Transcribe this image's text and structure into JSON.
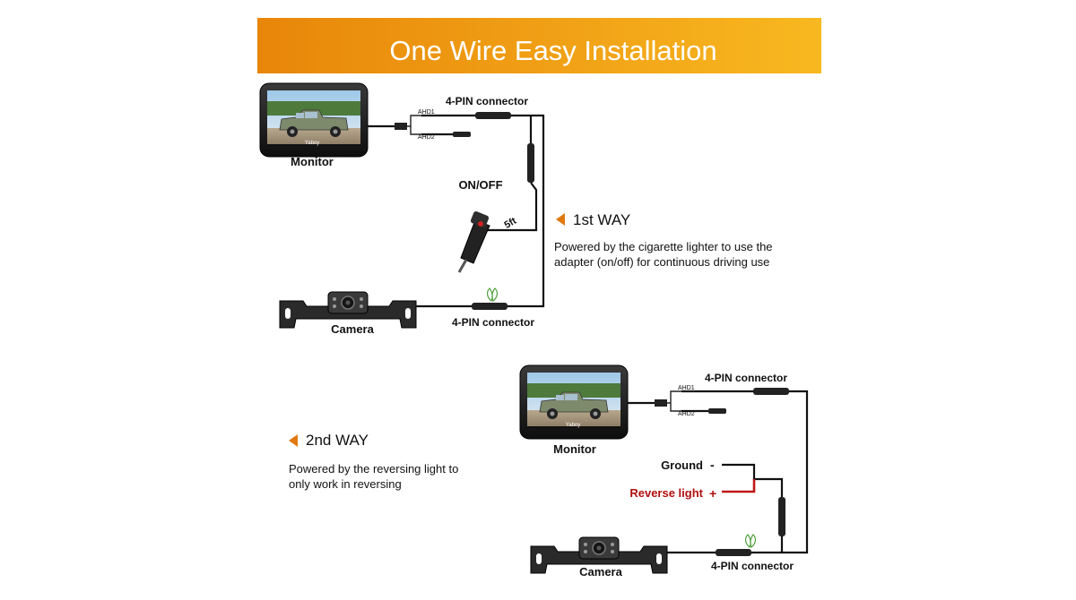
{
  "banner": {
    "title": "One Wire Easy Installation",
    "color_left": "#E8860A",
    "color_right": "#F8B820"
  },
  "way1": {
    "title": "1st WAY",
    "desc_line1": "Powered by the cigarette lighter to use the",
    "desc_line2": "adapter (on/off) for continuous driving use",
    "monitor_label": "Monitor",
    "monitor_brand": "Yaboy",
    "connector_top_label": "4-PIN connector",
    "ahd1": "AHD1",
    "ahd2": "AHD2",
    "switch_label": "ON/OFF",
    "length_label": "5ft",
    "camera_label": "Camera",
    "connector_bottom_label": "4-PIN connector"
  },
  "way2": {
    "title": "2nd WAY",
    "desc_line1": "Powered by the reversing light to",
    "desc_line2": "only work in reversing",
    "monitor_label": "Monitor",
    "monitor_brand": "Yaboy",
    "connector_top_label": "4-PIN connector",
    "ahd1": "AHD1",
    "ahd2": "AHD2",
    "ground_label": "Ground",
    "ground_sign": "-",
    "reverse_label": "Reverse light",
    "reverse_sign": "+",
    "camera_label": "Camera",
    "connector_bottom_label": "4-PIN connector"
  },
  "colors": {
    "arrow": "#E07A10",
    "reverse_text": "#B01010",
    "reverse_wire": "#C01818"
  }
}
